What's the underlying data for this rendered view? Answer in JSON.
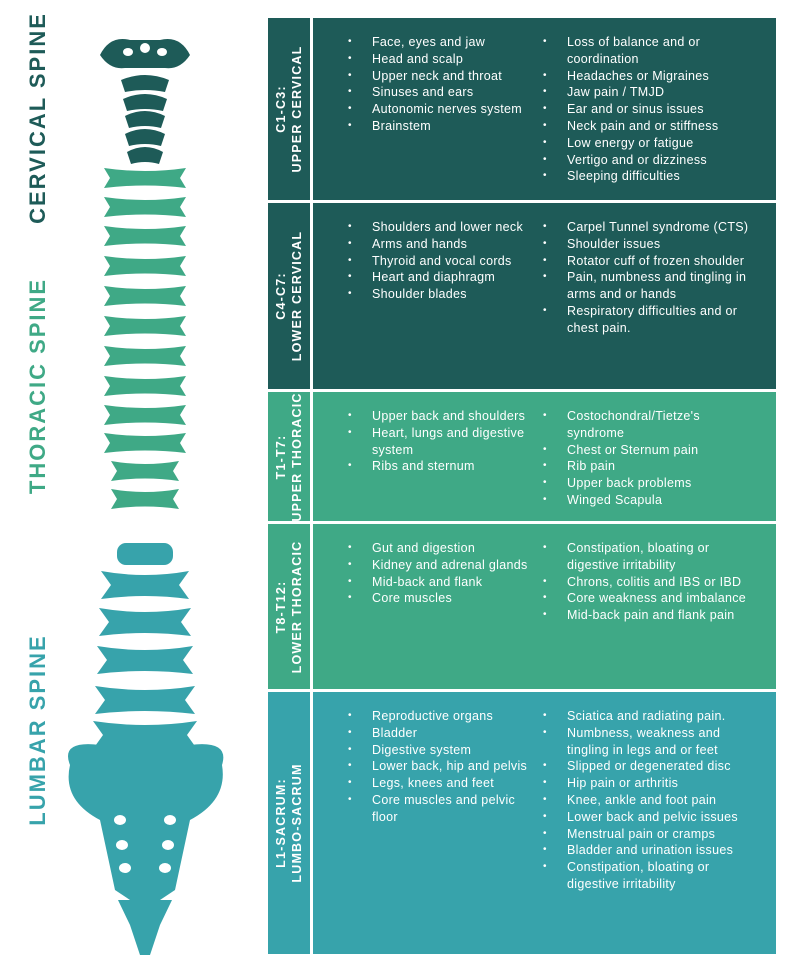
{
  "side_labels": {
    "cervical": "CERVICAL SPINE",
    "thoracic": "THORACIC SPINE",
    "lumbar": "LUMBAR SPINE"
  },
  "colors": {
    "cervical": "#1e5b58",
    "thoracic": "#3fa986",
    "lumbar": "#37a3ab"
  },
  "sections": [
    {
      "level": "C1-C3:",
      "name": "UPPER CERVICAL",
      "color": "#1e5b58",
      "areas": [
        "Face, eyes and jaw",
        "Head and scalp",
        "Upper neck and throat",
        "Sinuses and ears",
        "Autonomic nerves system",
        "Brainstem"
      ],
      "symptoms": [
        "Loss of balance and or coordination",
        "Headaches or Migraines",
        "Jaw pain / TMJD",
        "Ear and or sinus issues",
        "Neck pain and or stiffness",
        "Low energy or fatigue",
        "Vertigo and or dizziness",
        "Sleeping difficulties"
      ]
    },
    {
      "level": "C4-C7:",
      "name": "LOWER CERVICAL",
      "color": "#1e5b58",
      "areas": [
        "Shoulders and lower neck",
        "Arms and hands",
        "Thyroid and vocal cords",
        "Heart and diaphragm",
        "Shoulder blades"
      ],
      "symptoms": [
        "Carpel Tunnel syndrome (CTS)",
        "Shoulder issues",
        "Rotator cuff of frozen shoulder",
        "Pain, numbness and tingling in arms and or hands",
        "Respiratory difficulties and or chest pain."
      ]
    },
    {
      "level": "T1-T7:",
      "name": "UPPER THORACIC",
      "color": "#3fa986",
      "areas": [
        "Upper back and shoulders",
        "Heart, lungs and digestive system",
        "Ribs and sternum"
      ],
      "symptoms": [
        "Costochondral/Tietze's syndrome",
        "Chest or Sternum pain",
        "Rib pain",
        "Upper back problems",
        "Winged Scapula"
      ]
    },
    {
      "level": "T8-T12:",
      "name": "LOWER THORACIC",
      "color": "#3fa986",
      "areas": [
        "Gut and digestion",
        "Kidney and adrenal glands",
        "Mid-back and flank",
        "Core muscles"
      ],
      "symptoms": [
        "Constipation, bloating or digestive irritability",
        "Chrons, colitis and IBS or IBD",
        "Core weakness and imbalance",
        "Mid-back pain and flank pain"
      ]
    },
    {
      "level": "L1-SACRUM:",
      "name": "LUMBO-SACRUM",
      "color": "#37a3ab",
      "areas": [
        "Reproductive organs",
        "Bladder",
        "Digestive system",
        "Lower back, hip and pelvis",
        "Legs, knees and feet",
        "Core muscles and pelvic floor"
      ],
      "symptoms": [
        "Sciatica and radiating pain.",
        "Numbness, weakness and tingling in legs and or feet",
        "Slipped or degenerated disc",
        "Hip pain or arthritis",
        "Knee, ankle and foot pain",
        "Lower back and pelvic issues",
        "Menstrual pain or cramps",
        "Bladder and urination issues",
        "Constipation, bloating or digestive irritability"
      ]
    }
  ]
}
